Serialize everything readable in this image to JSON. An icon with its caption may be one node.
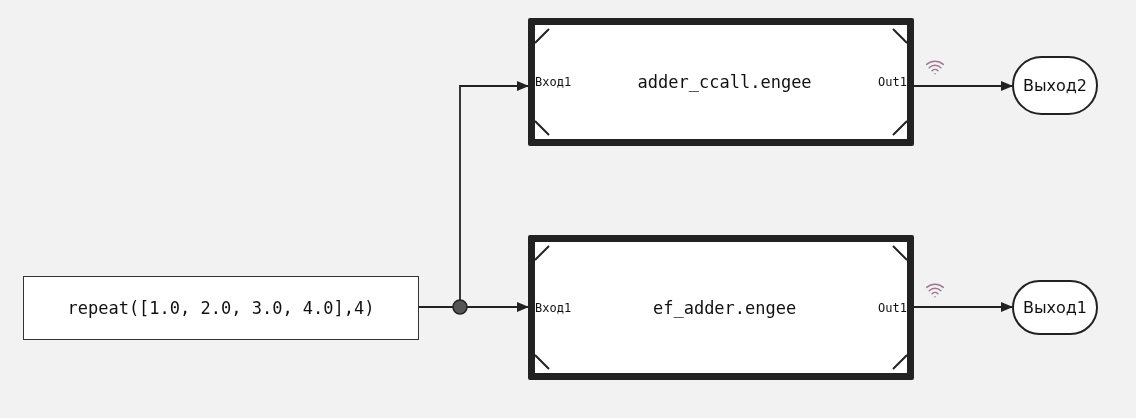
{
  "diagram": {
    "nodes": [
      {
        "text": [
          "repeat([1.0, 2.0, 3.0, 4.0],4)"
        ]
      },
      {
        "text": [
          "Вход1",
          "adder_ccall.engee",
          "Out1"
        ]
      },
      {
        "text": [
          "Вход1",
          "ef_adder.engee",
          "Out1"
        ]
      },
      {
        "text": [
          "Выход2"
        ]
      },
      {
        "text": [
          "Выход1"
        ]
      }
    ],
    "edges": [
      {
        "from": 0,
        "to": 1,
        "arrow": "to"
      },
      {
        "from": 0,
        "to": 2,
        "arrow": "to"
      },
      {
        "from": 1,
        "to": 3,
        "arrow": "to"
      },
      {
        "from": 2,
        "to": 4,
        "arrow": "to"
      }
    ]
  }
}
